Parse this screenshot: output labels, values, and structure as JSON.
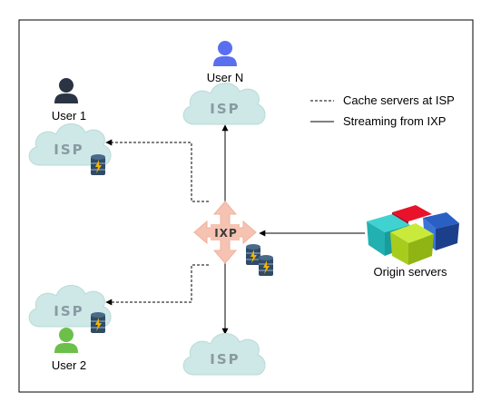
{
  "legend": {
    "cache_label": "Cache servers at ISP",
    "stream_label": "Streaming from IXP"
  },
  "users": {
    "user_n": "User N",
    "user_1": "User 1",
    "user_2": "User 2"
  },
  "isp_label": "ISP",
  "ixp_label": "IXP",
  "origin_label": "Origin servers",
  "colors": {
    "cloud_fill": "#cde8e6",
    "cloud_stroke": "#b9dbd8",
    "user_n": "#5a6ff0",
    "user_1": "#2b3444",
    "user_2": "#6cc04a",
    "ixp_fill": "#f6c3b3",
    "database": "#2f4b66",
    "lightning": "#f5b400"
  }
}
